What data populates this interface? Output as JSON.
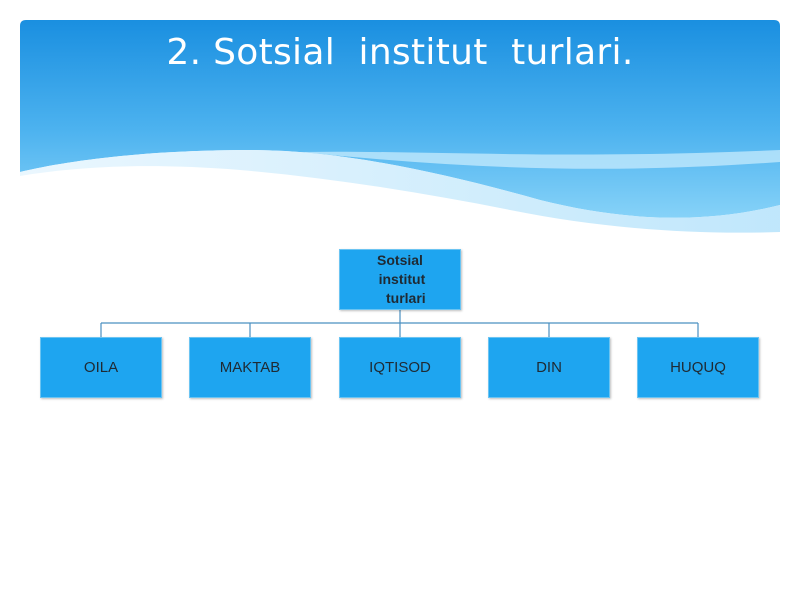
{
  "slide": {
    "title": "2. Sotsial  institut  turlari."
  },
  "org_chart": {
    "root": {
      "label": "Sotsial\n institut\n   turlari"
    },
    "children": [
      {
        "label": "OILA"
      },
      {
        "label": "MAKTAB"
      },
      {
        "label": "IQTISOD"
      },
      {
        "label": "DIN"
      },
      {
        "label": "HUQUQ"
      }
    ]
  },
  "colors": {
    "box_fill": "#1ea5f0",
    "connector": "#4a90c0",
    "band_top": "#1a8fe0",
    "band_bottom": "#86d2f8"
  }
}
